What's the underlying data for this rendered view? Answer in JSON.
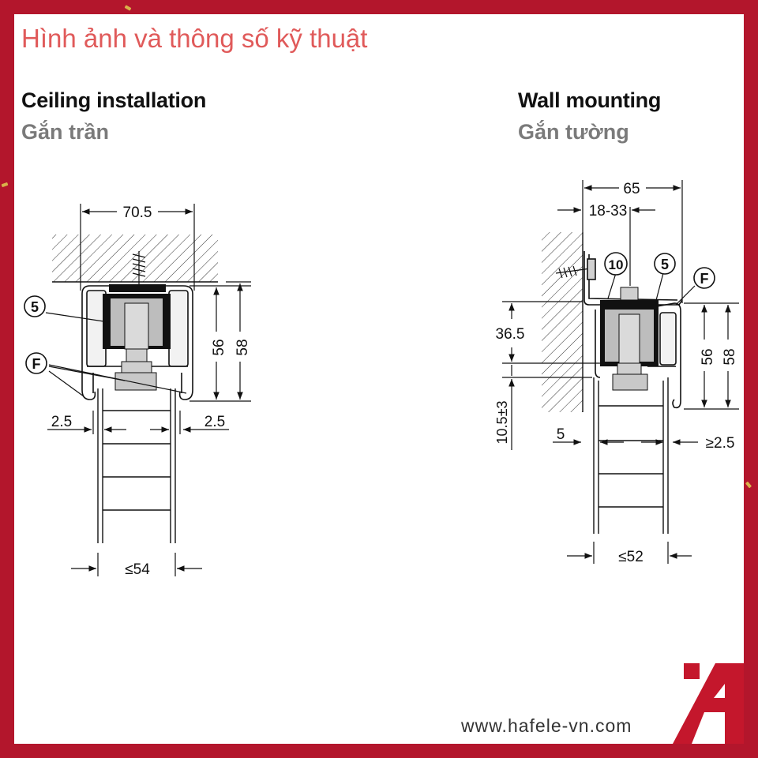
{
  "heading": "Hình ảnh và thông số kỹ thuật",
  "ceiling": {
    "title_en": "Ceiling installation",
    "title_vi": "Gắn trần",
    "dims": {
      "top_width": "70.5",
      "height_56": "56",
      "height_58": "58",
      "gap_left": "2.5",
      "gap_right": "2.5",
      "door_max": "≤54"
    },
    "callouts": {
      "runner": "5",
      "profile": "F"
    }
  },
  "wall": {
    "title_en": "Wall mounting",
    "title_vi": "Gắn tường",
    "dims": {
      "top_width": "65",
      "bracket_range": "18-33",
      "height_36_5": "36.5",
      "offset": "10.5±3",
      "height_56": "56",
      "height_58": "58",
      "gap_left": "5",
      "gap_right": "≥2.5",
      "door_max": "≤52"
    },
    "callouts": {
      "bracket": "10",
      "runner": "5",
      "profile": "F"
    }
  },
  "footer": {
    "website": "www.hafele-vn.com"
  },
  "colors": {
    "frame": "#b3162c",
    "heading": "#e05a5a",
    "logo": "#c4172c"
  }
}
